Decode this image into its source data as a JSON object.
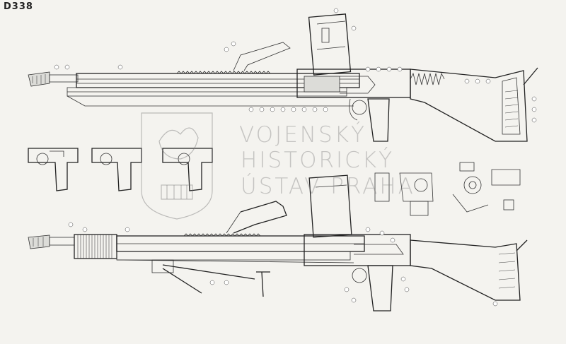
{
  "sheet": {
    "id_label": "D338",
    "background_color": "#f4f3ef",
    "line_color": "#333333"
  },
  "watermark": {
    "line1": "VOJENSKÝ",
    "line2": "HISTORICKÝ",
    "line3": "ÚSTAV PRAHA",
    "emblem": "crest-emblem"
  },
  "drawings": [
    "upper-machine-gun-section",
    "lower-machine-gun-section",
    "trigger-group-detail-left",
    "trigger-group-detail-center",
    "bipod-detail",
    "magazine-detail",
    "small-parts-details"
  ]
}
